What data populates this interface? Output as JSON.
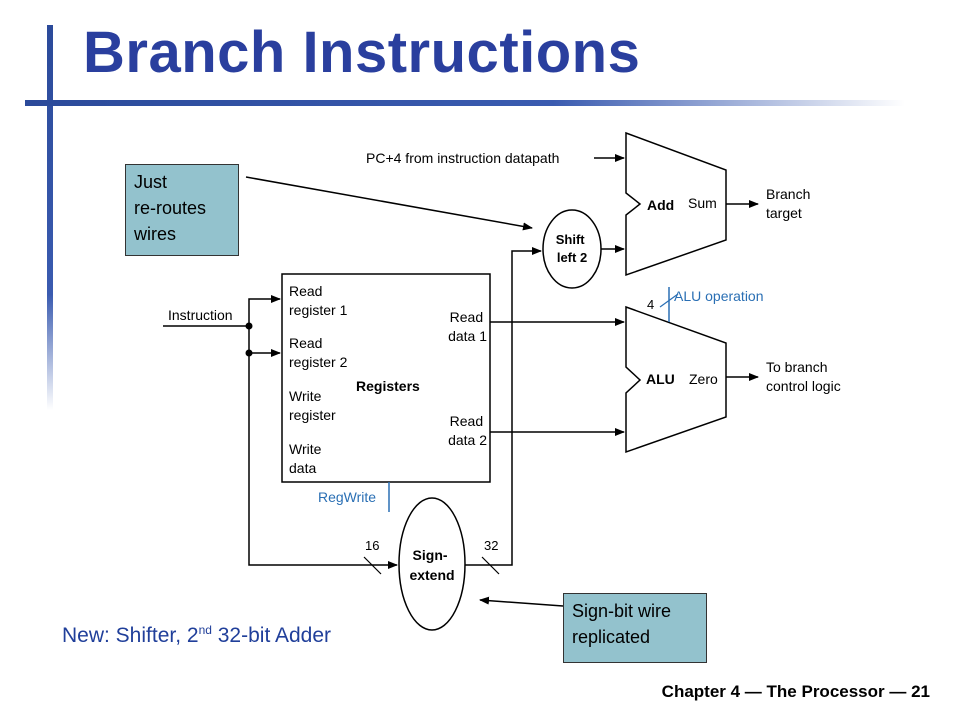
{
  "slide": {
    "title": "Branch Instructions",
    "footer": "Chapter 4 — The Processor — 21",
    "note": {
      "pre": "New: Shifter, 2",
      "sup": "nd",
      "post": " 32-bit Adder"
    }
  },
  "callouts": {
    "reroute": [
      "Just",
      "re-routes",
      "wires"
    ],
    "signbit": [
      "Sign-bit wire",
      "replicated"
    ]
  },
  "diagram": {
    "pc4_label": "PC+4 from instruction datapath",
    "instruction_label": "Instruction",
    "add_label": "Add",
    "sum_label": "Sum",
    "branch_target": [
      "Branch",
      "target"
    ],
    "shift": [
      "Shift",
      "left 2"
    ],
    "registers": {
      "title": "Registers",
      "read_reg1": [
        "Read",
        "register 1"
      ],
      "read_reg2": [
        "Read",
        "register 2"
      ],
      "write_reg": [
        "Write",
        "register"
      ],
      "write_data": [
        "Write",
        "data"
      ],
      "read_data1": [
        "Read",
        "data 1"
      ],
      "read_data2": [
        "Read",
        "data 2"
      ]
    },
    "alu_label": "ALU",
    "zero_label": "Zero",
    "alu_operation": "ALU operation",
    "alu_op_bits": "4",
    "to_branch": [
      "To branch",
      "control logic"
    ],
    "regwrite": "RegWrite",
    "sign_extend": [
      "Sign-",
      "extend"
    ],
    "bits_16": "16",
    "bits_32": "32"
  },
  "colors": {
    "title": "#2a3f9e",
    "control": "#2a6fb4",
    "callout_bg": "#93c2cd",
    "note": "#203f9a"
  }
}
